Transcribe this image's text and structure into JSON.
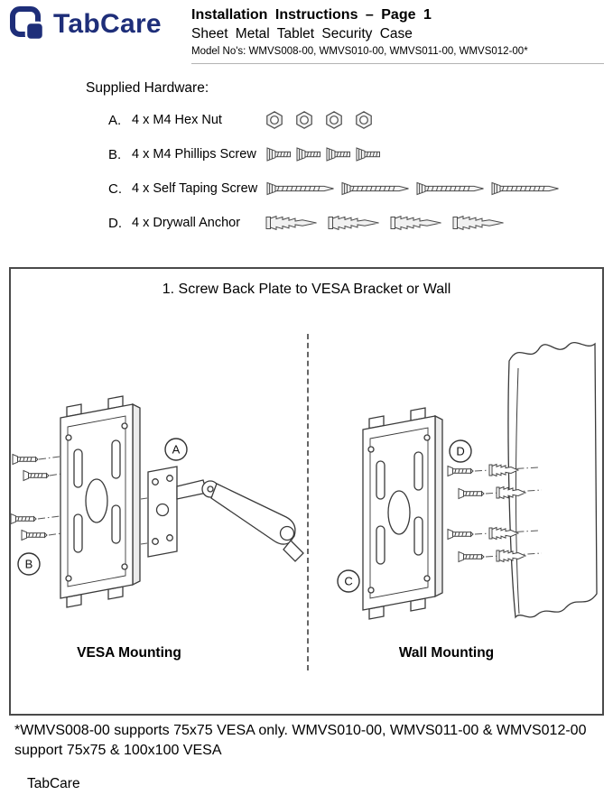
{
  "header": {
    "brand": "TabCare",
    "title": "Installation Instructions – Page 1",
    "subtitle": "Sheet Metal Tablet Security Case",
    "models": "Model No's: WMVS008-00, WMVS010-00, WMVS011-00, WMVS012-00*"
  },
  "hardware": {
    "heading": "Supplied Hardware:",
    "items": [
      {
        "letter": "A.",
        "label": "4 x M4 Hex Nut",
        "icon": "hex-nut",
        "quantity": 4
      },
      {
        "letter": "B.",
        "label": "4 x M4 Phillips Screw",
        "icon": "phillips-screw",
        "quantity": 4
      },
      {
        "letter": "C.",
        "label": "4 x Self Taping Screw",
        "icon": "self-tapping-screw",
        "quantity": 4
      },
      {
        "letter": "D.",
        "label": "4 x Drywall Anchor",
        "icon": "drywall-anchor",
        "quantity": 4
      }
    ]
  },
  "step": {
    "title": "1. Screw Back Plate to VESA Bracket or Wall",
    "vesa": {
      "caption": "VESA Mounting",
      "callouts": [
        "A",
        "B"
      ]
    },
    "wall": {
      "caption": "Wall Mounting",
      "callouts": [
        "D",
        "C"
      ]
    }
  },
  "footnote": "*WMVS008-00 supports 75x75 VESA only. WMVS010-00, WMVS011-00 & WMVS012-00 support 75x75 & 100x100 VESA",
  "footer": {
    "brand": "TabCare"
  },
  "colors": {
    "brand_blue": "#1e2e79",
    "line": "#3a3a3a"
  }
}
